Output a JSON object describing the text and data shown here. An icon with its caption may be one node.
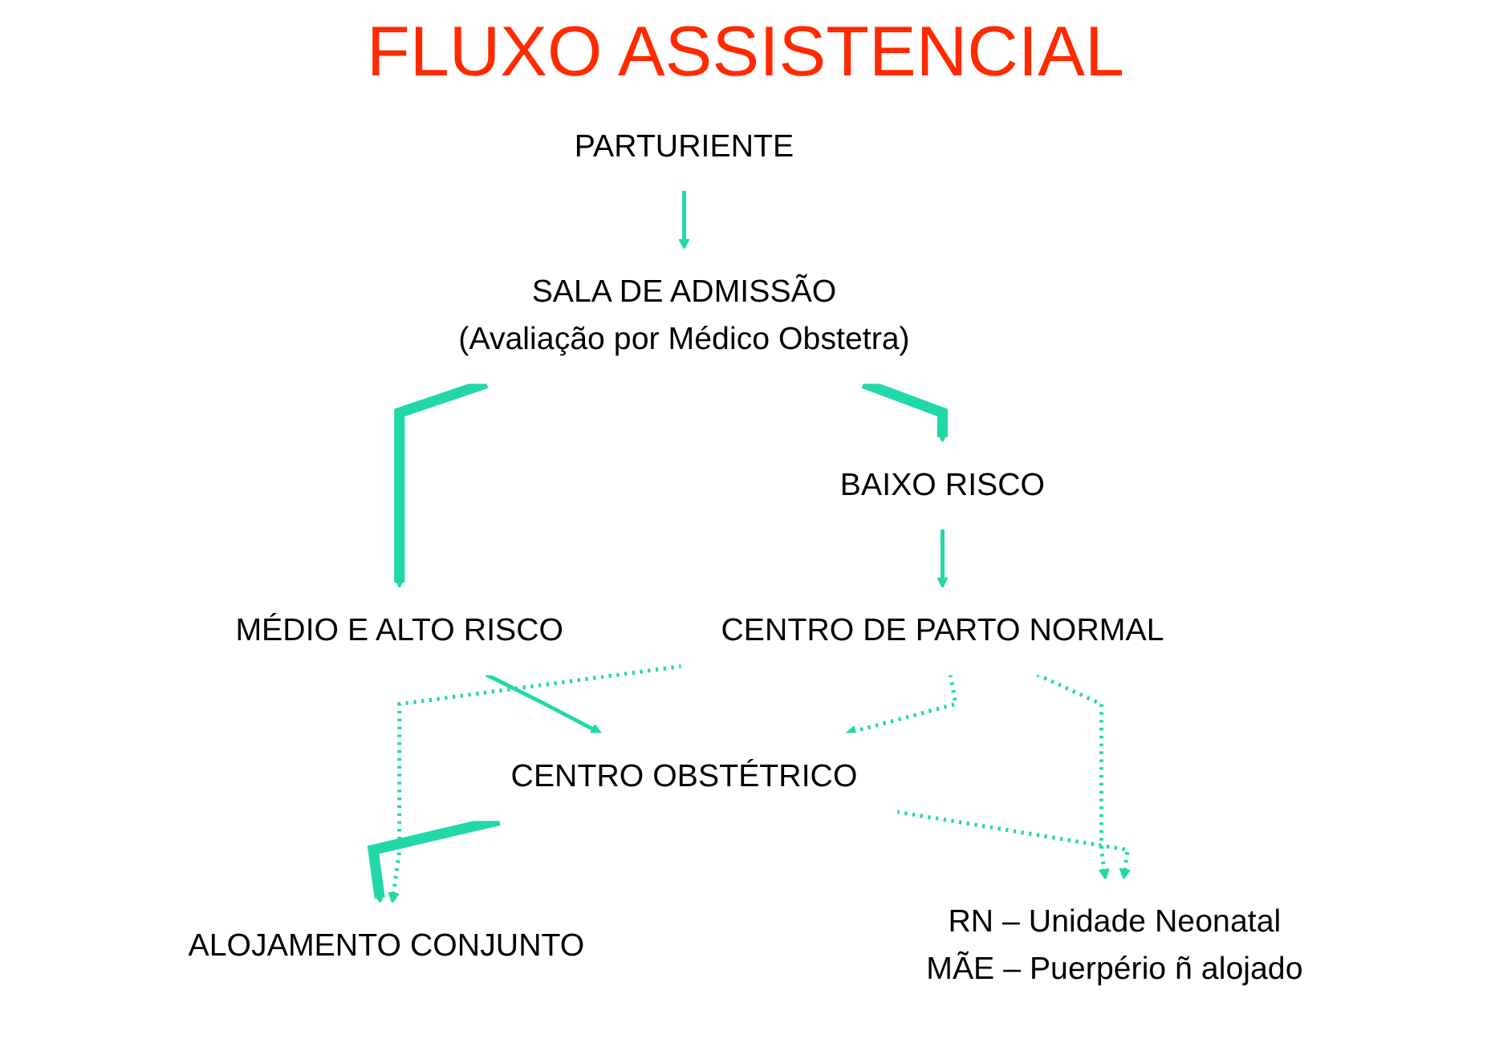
{
  "diagram": {
    "title": "FLUXO ASSISTENCIAL",
    "nodes": [
      {
        "text": [
          "PARTURIENTE"
        ]
      },
      {
        "text": [
          "SALA DE ADMISSÃO",
          "(Avaliação por Médico Obstetra)"
        ]
      },
      {
        "text": [
          "BAIXO RISCO"
        ]
      },
      {
        "text": [
          "MÉDIO E ALTO RISCO"
        ]
      },
      {
        "text": [
          "CENTRO DE PARTO NORMAL"
        ]
      },
      {
        "text": [
          "CENTRO OBSTÉTRICO"
        ]
      },
      {
        "text": [
          "ALOJAMENTO CONJUNTO"
        ]
      },
      {
        "text": [
          "RN – Unidade Neonatal",
          "MÃE – Puerpério ñ alojado"
        ]
      }
    ],
    "edges": [
      {
        "from": 0,
        "to": 1,
        "arrow": "to"
      },
      {
        "from": 1,
        "to": 2,
        "arrow": "to",
        "style": "thick"
      },
      {
        "from": 1,
        "to": 3,
        "arrow": "to",
        "style": "thick"
      },
      {
        "from": 2,
        "to": 4,
        "arrow": "to"
      },
      {
        "from": 3,
        "to": 5,
        "arrow": "to"
      },
      {
        "from": 4,
        "to": 5,
        "arrow": "to",
        "style": "dashed"
      },
      {
        "from": 4,
        "to": 7,
        "arrow": "to",
        "style": "dashed"
      },
      {
        "from": 5,
        "to": 6,
        "arrow": "to",
        "style": "thick"
      },
      {
        "from": 4,
        "to": 6,
        "arrow": "to",
        "style": "dashed"
      },
      {
        "from": 5,
        "to": 7,
        "arrow": "to",
        "style": "dashed"
      }
    ]
  }
}
